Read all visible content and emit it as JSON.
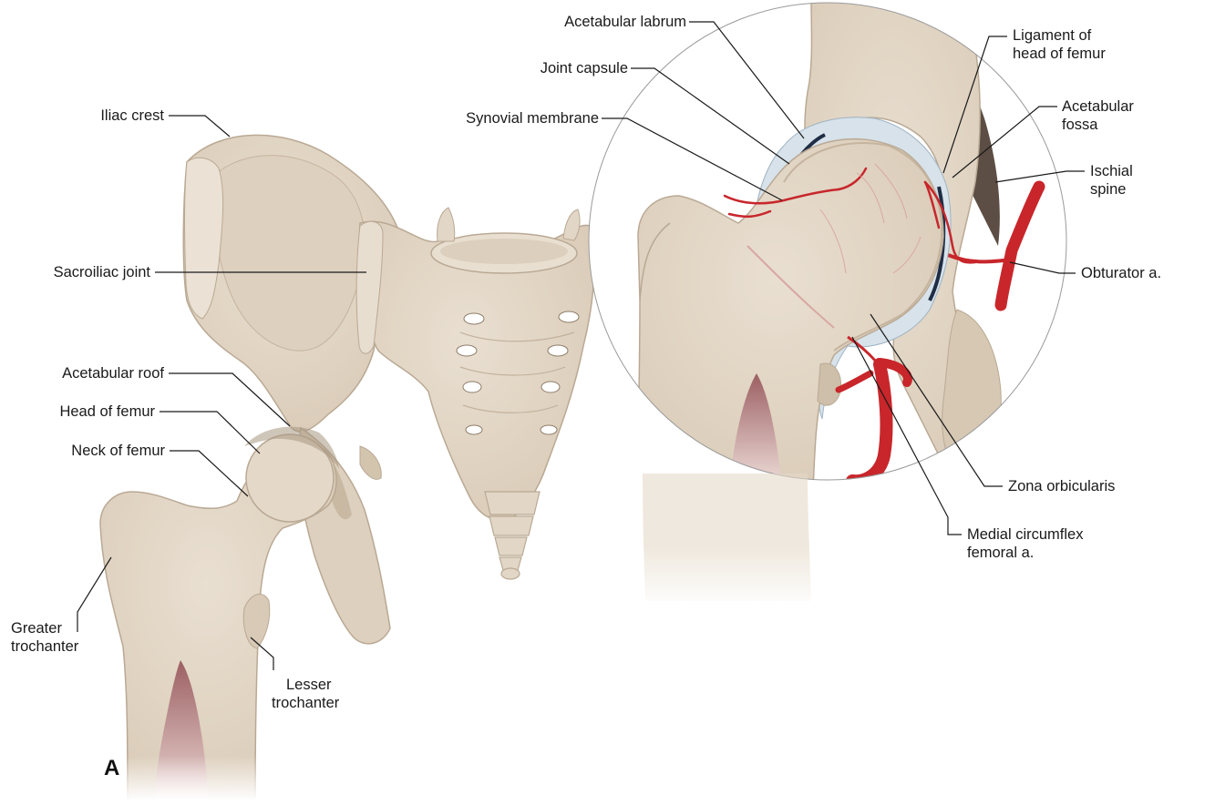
{
  "figure": {
    "panel_label": "A",
    "labels": {
      "iliac_crest": "Iliac crest",
      "sacroiliac_joint": "Sacroiliac joint",
      "acetabular_roof": "Acetabular roof",
      "head_of_femur": "Head of femur",
      "neck_of_femur": "Neck of femur",
      "greater_trochanter_1": "Greater",
      "greater_trochanter_2": "trochanter",
      "lesser_trochanter_1": "Lesser",
      "lesser_trochanter_2": "trochanter",
      "acetabular_labrum": "Acetabular labrum",
      "joint_capsule": "Joint capsule",
      "synovial_membrane": "Synovial membrane",
      "ligament_head_femur_1": "Ligament of",
      "ligament_head_femur_2": "head of femur",
      "acetabular_fossa_1": "Acetabular",
      "acetabular_fossa_2": "fossa",
      "ischial_spine_1": "Ischial",
      "ischial_spine_2": "spine",
      "obturator_a": "Obturator a.",
      "zona_orbicularis": "Zona orbicularis",
      "medial_circumflex_1": "Medial circumflex",
      "medial_circumflex_2": "femoral a."
    },
    "colors": {
      "bone": "#e4d8c8",
      "bone_edge": "#b9a994",
      "bone_shadow": "#cfc0ab",
      "marrow": "#b98585",
      "artery": "#c8262b",
      "capsule": "#d7e2ea",
      "synovium": "#1f2d45"
    }
  }
}
